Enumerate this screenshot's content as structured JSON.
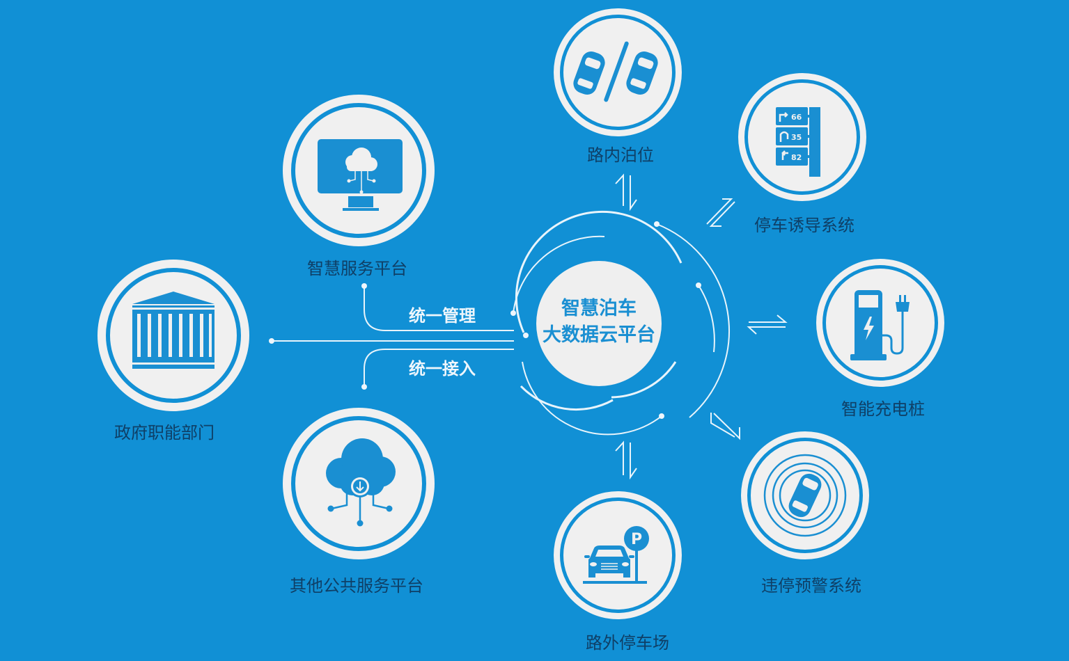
{
  "colors": {
    "background": "#1190d5",
    "node_fill": "#f0f0f0",
    "icon": "#1a8fd2",
    "label_text": "#0f3f66",
    "line": "#e8f4fb"
  },
  "center": {
    "line1": "智慧泊车",
    "line2": "大数据云平台"
  },
  "connectors": {
    "top_label": "统一管理",
    "bottom_label": "统一接入"
  },
  "nodes": [
    {
      "id": "on-street",
      "label": "路内泊位",
      "icon": "two-cars-parking-icon"
    },
    {
      "id": "guidance",
      "label": "停车诱导系统",
      "icon": "guidance-sign-icon",
      "sign_values": [
        "66",
        "35",
        "82"
      ]
    },
    {
      "id": "charging",
      "label": "智能充电桩",
      "icon": "ev-charger-icon"
    },
    {
      "id": "violation",
      "label": "违停预警系统",
      "icon": "car-radar-icon"
    },
    {
      "id": "off-street",
      "label": "路外停车场",
      "icon": "car-parking-lot-icon",
      "sign_letter": "P"
    },
    {
      "id": "smart-service",
      "label": "智慧服务平台",
      "icon": "monitor-cloud-icon"
    },
    {
      "id": "government",
      "label": "政府职能部门",
      "icon": "government-building-icon"
    },
    {
      "id": "public-service",
      "label": "其他公共服务平台",
      "icon": "cloud-download-icon"
    }
  ]
}
